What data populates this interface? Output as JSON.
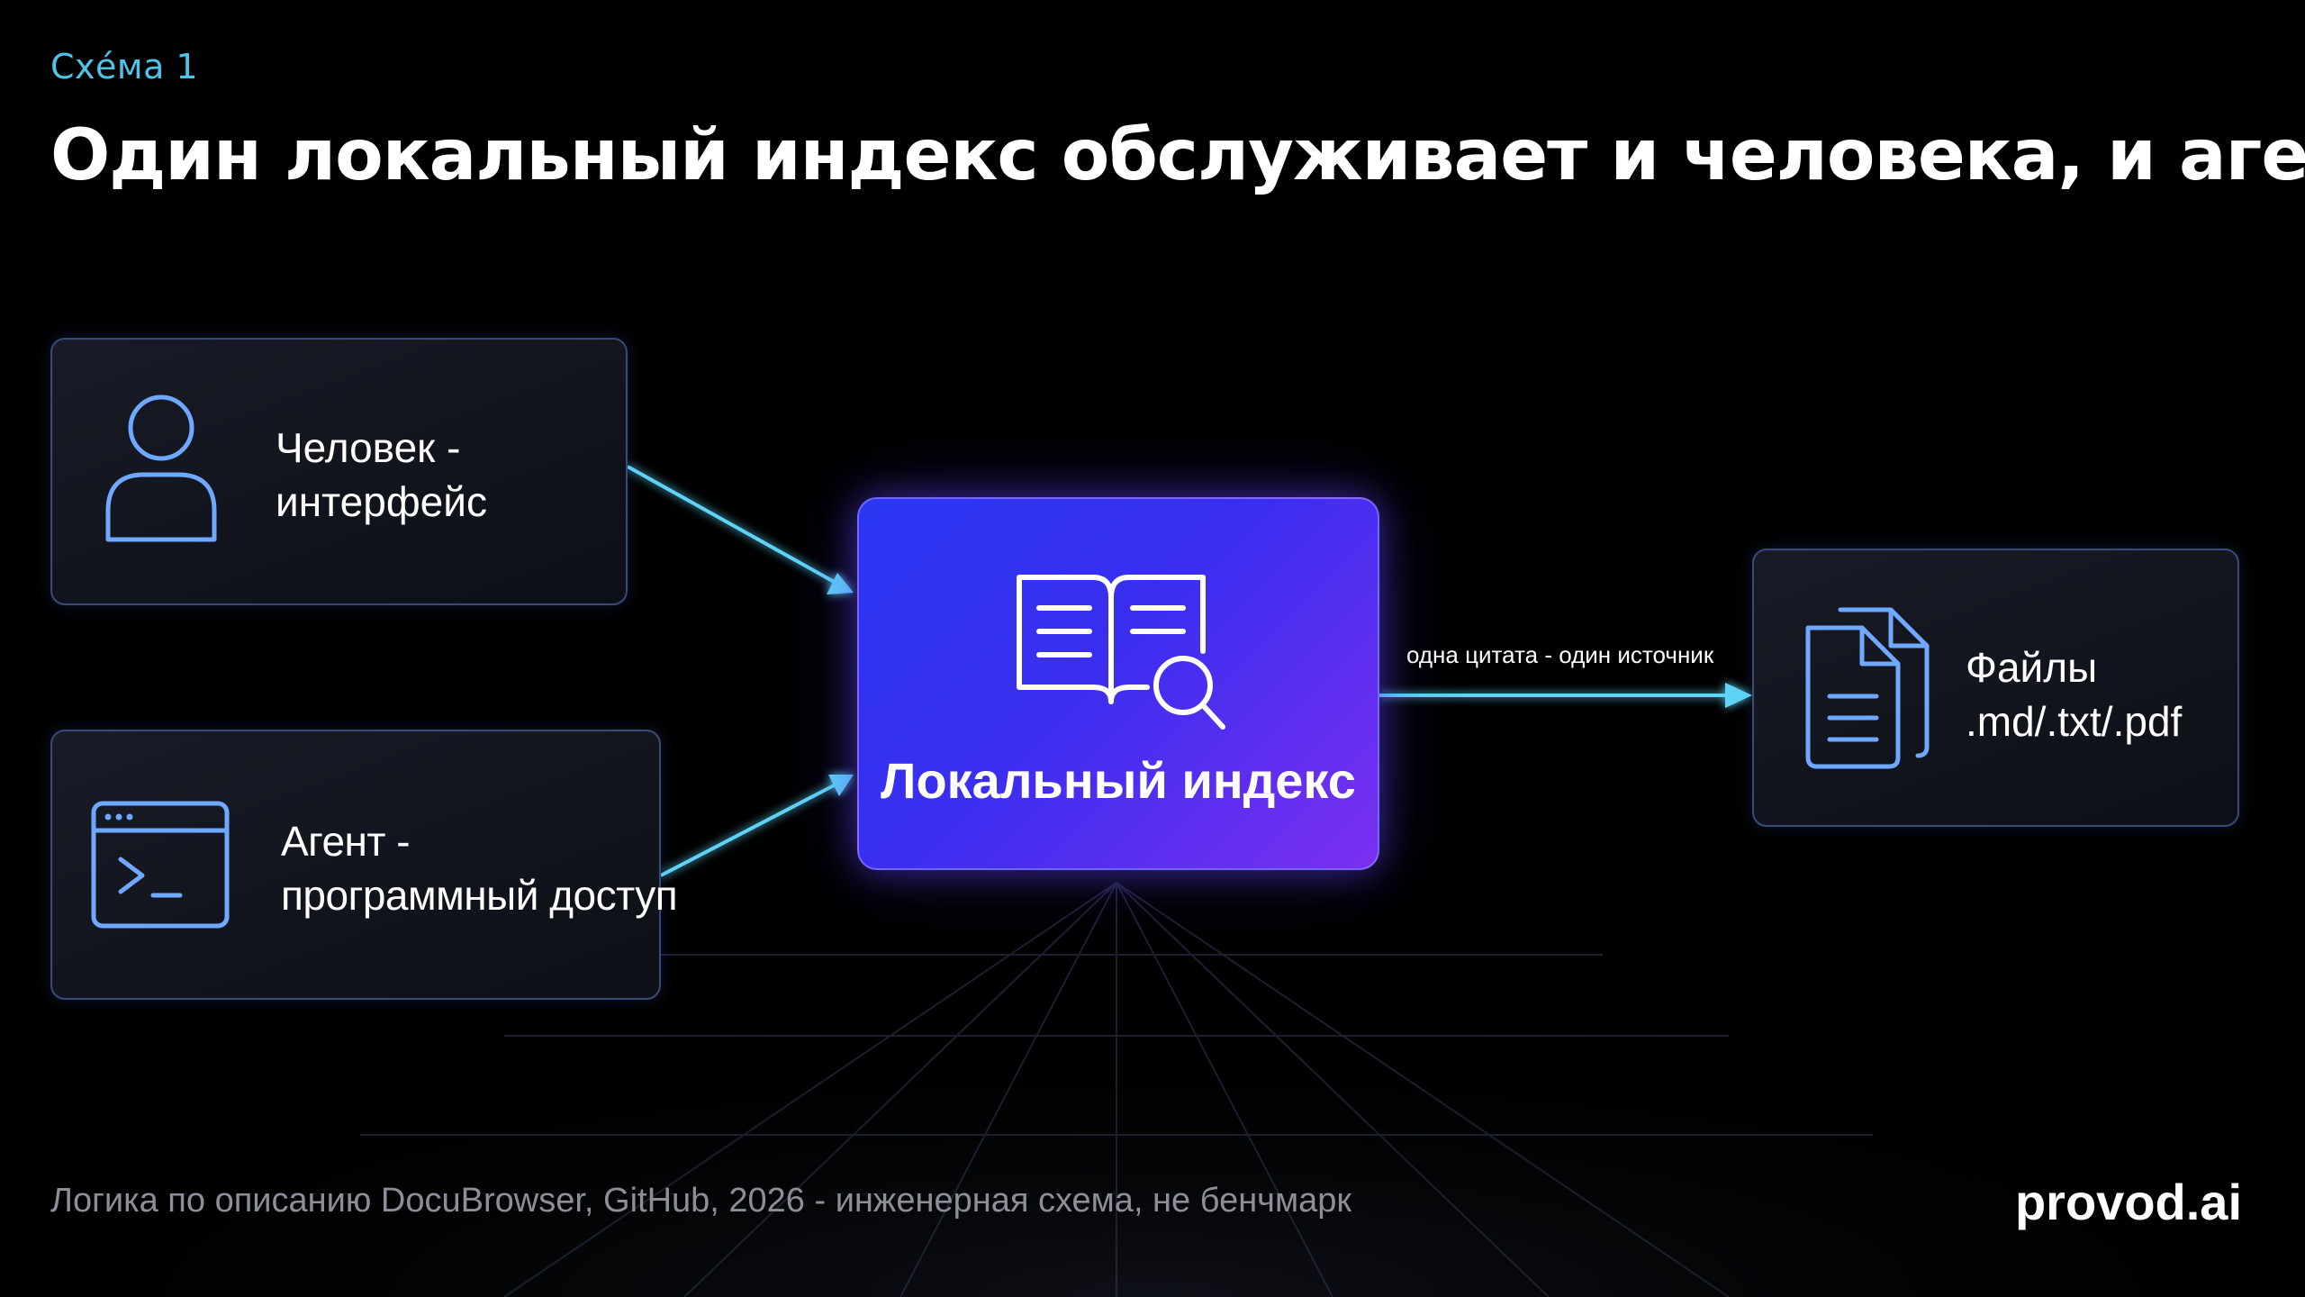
{
  "header": {
    "eyebrow": "Схéма 1",
    "title": "Один локальный индекс обслуживает и человека, и агента"
  },
  "nodes": {
    "human": {
      "line1": "Человек -",
      "line2": "интерфейс",
      "icon": "person-icon"
    },
    "agent": {
      "line1": "Агент -",
      "line2": "программный доступ",
      "icon": "terminal-icon"
    },
    "index": {
      "label": "Локальный индекс",
      "icon": "book-search-icon"
    },
    "files": {
      "line1": "Файлы",
      "line2": ".md/.txt/.pdf",
      "icon": "documents-icon"
    }
  },
  "edges": {
    "index_to_files_label": "одна цитата - один источник"
  },
  "footer": {
    "footnote": "Логика по описанию DocuBrowser, GitHub, 2026 - инженерная схема, не бенчмарк",
    "brand": "provod.ai"
  },
  "colors": {
    "background": "#000000",
    "accent_cyan": "#4fc3e8",
    "icon_blue": "#6fa8ff",
    "index_gradient_start": "#2a37f2",
    "index_gradient_end": "#7b2ff0",
    "card_border": "#3a4a78",
    "footnote_text": "#8c8f98"
  }
}
